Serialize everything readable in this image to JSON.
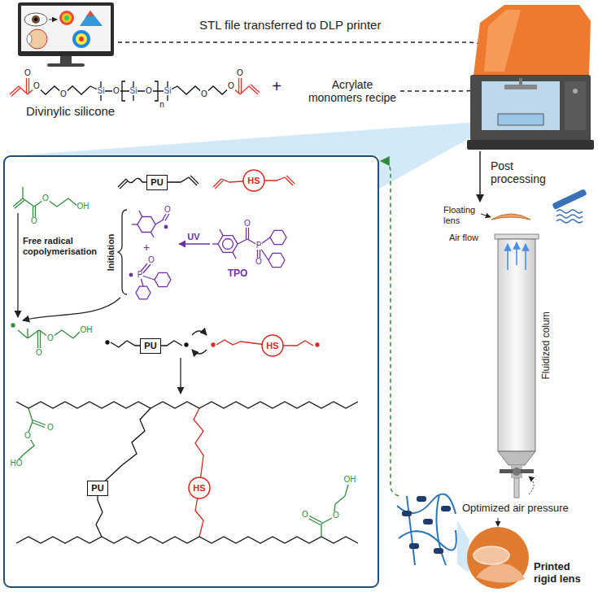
{
  "diagram": {
    "nodes": [
      {
        "text": [
          "PU"
        ]
      },
      {
        "text": [
          "HS"
        ]
      },
      {
        "text": [
          "PU"
        ]
      },
      {
        "text": [
          "HS"
        ]
      },
      {
        "text": [
          "PU"
        ]
      },
      {
        "text": [
          "HS"
        ]
      }
    ],
    "labels": [
      "STL file transferred to DLP printer",
      "Divinylic silicone",
      "O",
      "O",
      "O",
      "Si",
      "O",
      "Si",
      "O",
      "n",
      "Si",
      "O",
      "O",
      "O",
      "+",
      "Acrylate monomers recipe",
      "Post processing",
      "Floating lens",
      "Air flow",
      "Fluidized colum",
      "Optimized air pressure",
      "Printed rigid lens",
      "O",
      "O",
      "OH",
      "Free radical copolymerisation",
      "Initiation",
      "UV",
      "O",
      "P",
      "O",
      "TPO",
      "O",
      "+",
      "P",
      "O",
      "O",
      "O",
      "OH",
      "O",
      "O",
      "HO",
      "O",
      "O",
      "OH"
    ]
  }
}
